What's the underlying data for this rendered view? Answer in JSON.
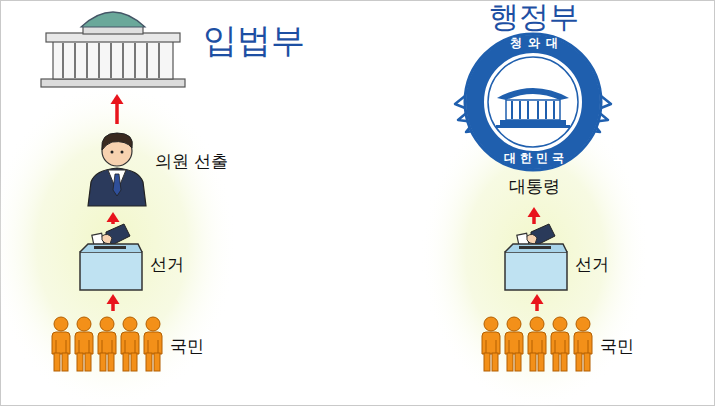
{
  "diagram": {
    "nodes": [
      {
        "text": [
          "입법부"
        ]
      },
      {
        "text": [
          "의원 선출"
        ]
      },
      {
        "text": [
          "선거"
        ]
      },
      {
        "text": [
          "국민"
        ]
      },
      {
        "text": [
          "행정부",
          "청와대",
          "대한민국",
          "대통령"
        ]
      },
      {
        "text": [
          "선거"
        ]
      },
      {
        "text": [
          "국민"
        ]
      }
    ],
    "edges": [
      {
        "from": 3,
        "to": 2,
        "arrow": "to"
      },
      {
        "from": 2,
        "to": 1,
        "arrow": "to"
      },
      {
        "from": 1,
        "to": 0,
        "arrow": "to"
      },
      {
        "from": 6,
        "to": 5,
        "arrow": "to"
      },
      {
        "from": 5,
        "to": 4,
        "arrow": "to"
      }
    ]
  }
}
